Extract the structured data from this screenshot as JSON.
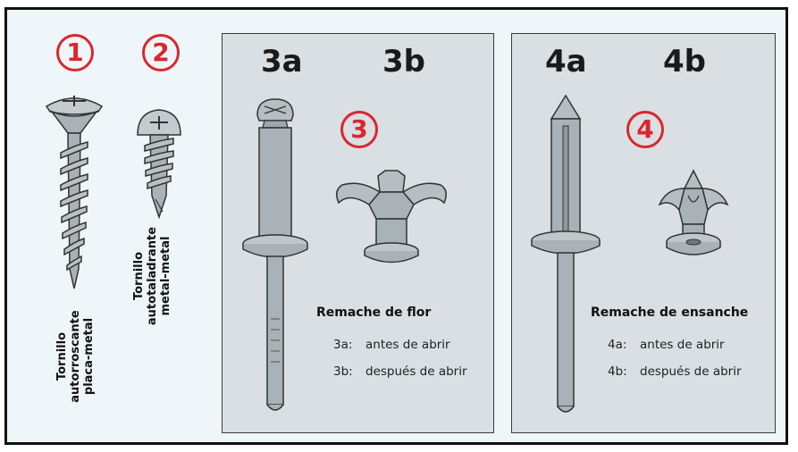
{
  "items": {
    "i1": {
      "badge": "1",
      "label_lines": [
        "Tornillo",
        "autorroscante",
        "placa-metal"
      ]
    },
    "i2": {
      "badge": "2",
      "label_lines": [
        "Tornillo",
        "autotaladrante",
        "metal-metal"
      ]
    },
    "i3": {
      "badge": "3",
      "sub_a": "3a",
      "sub_b": "3b",
      "title": "Remache de flor",
      "legend": [
        {
          "key": "3a:",
          "text": "antes de abrir"
        },
        {
          "key": "3b:",
          "text": "después de abrir"
        }
      ]
    },
    "i4": {
      "badge": "4",
      "sub_a": "4a",
      "sub_b": "4b",
      "title": "Remache de ensanche",
      "legend": [
        {
          "key": "4a:",
          "text": "antes de abrir"
        },
        {
          "key": "4b:",
          "text": "después de abrir"
        }
      ]
    }
  },
  "colors": {
    "accent": "#d9272e",
    "panel": "#d9dfe3",
    "background": "#eef6f9",
    "metal": "#a9b2b6"
  },
  "icons": [
    "wood-screw-icon",
    "self-drilling-screw-icon",
    "flower-rivet-closed-icon",
    "flower-rivet-open-icon",
    "expansion-rivet-closed-icon",
    "expansion-rivet-open-icon"
  ]
}
